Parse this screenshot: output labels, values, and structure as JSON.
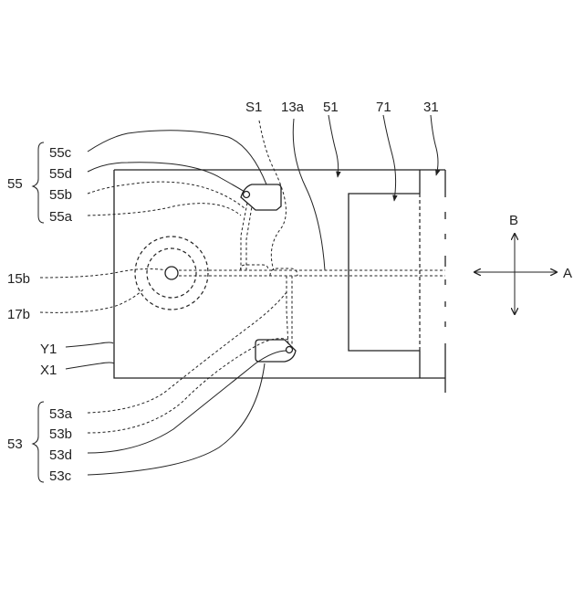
{
  "labels": {
    "s1": "S1",
    "l13a": "13a",
    "l51": "51",
    "l71": "71",
    "l31": "31",
    "group55": "55",
    "l55c": "55c",
    "l55d": "55d",
    "l55b": "55b",
    "l55a": "55a",
    "l15b": "15b",
    "l17b": "17b",
    "y1": "Y1",
    "x1": "X1",
    "group53": "53",
    "l53a": "53a",
    "l53b": "53b",
    "l53d": "53d",
    "l53c": "53c",
    "dirA": "A",
    "dirB": "B"
  },
  "icons": {
    "axis_arrows": "double-headed-arrows-icon"
  }
}
